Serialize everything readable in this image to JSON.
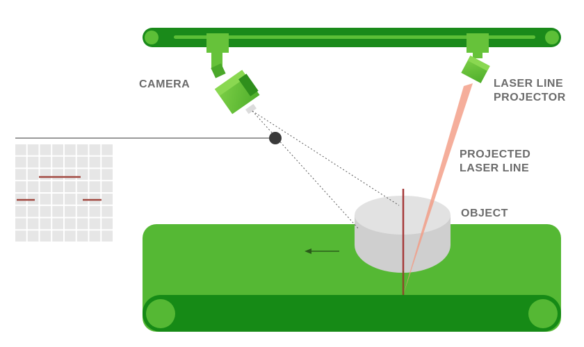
{
  "labels": {
    "camera": "CAMERA",
    "laser_projector_line1": "LASER LINE",
    "laser_projector_line2": "PROJECTOR",
    "projected_line1": "PROJECTED",
    "projected_line2": "LASER LINE",
    "object": "OBJECT"
  },
  "colors": {
    "rail_dark": "#1a8a1a",
    "rail_light": "#5cbf37",
    "conveyor": "#55b834",
    "conveyor_belt": "#168a16",
    "mount": "#66c23a",
    "laser_beam": "#f39a82",
    "laser_line": "#a63a3a",
    "object_top": "#e2e2e2",
    "object_side": "#cfcfcf",
    "sensor_cell": "#e6e6e6",
    "sensor_line": "#a0473f",
    "label_text": "#6b6b6b"
  },
  "sensor_grid": {
    "rows": 8,
    "cols": 8
  },
  "icons": {
    "camera": "camera-icon",
    "projector": "laser-projector-icon",
    "direction": "left-arrow-icon",
    "pinhole": "pinhole-dot-icon"
  }
}
